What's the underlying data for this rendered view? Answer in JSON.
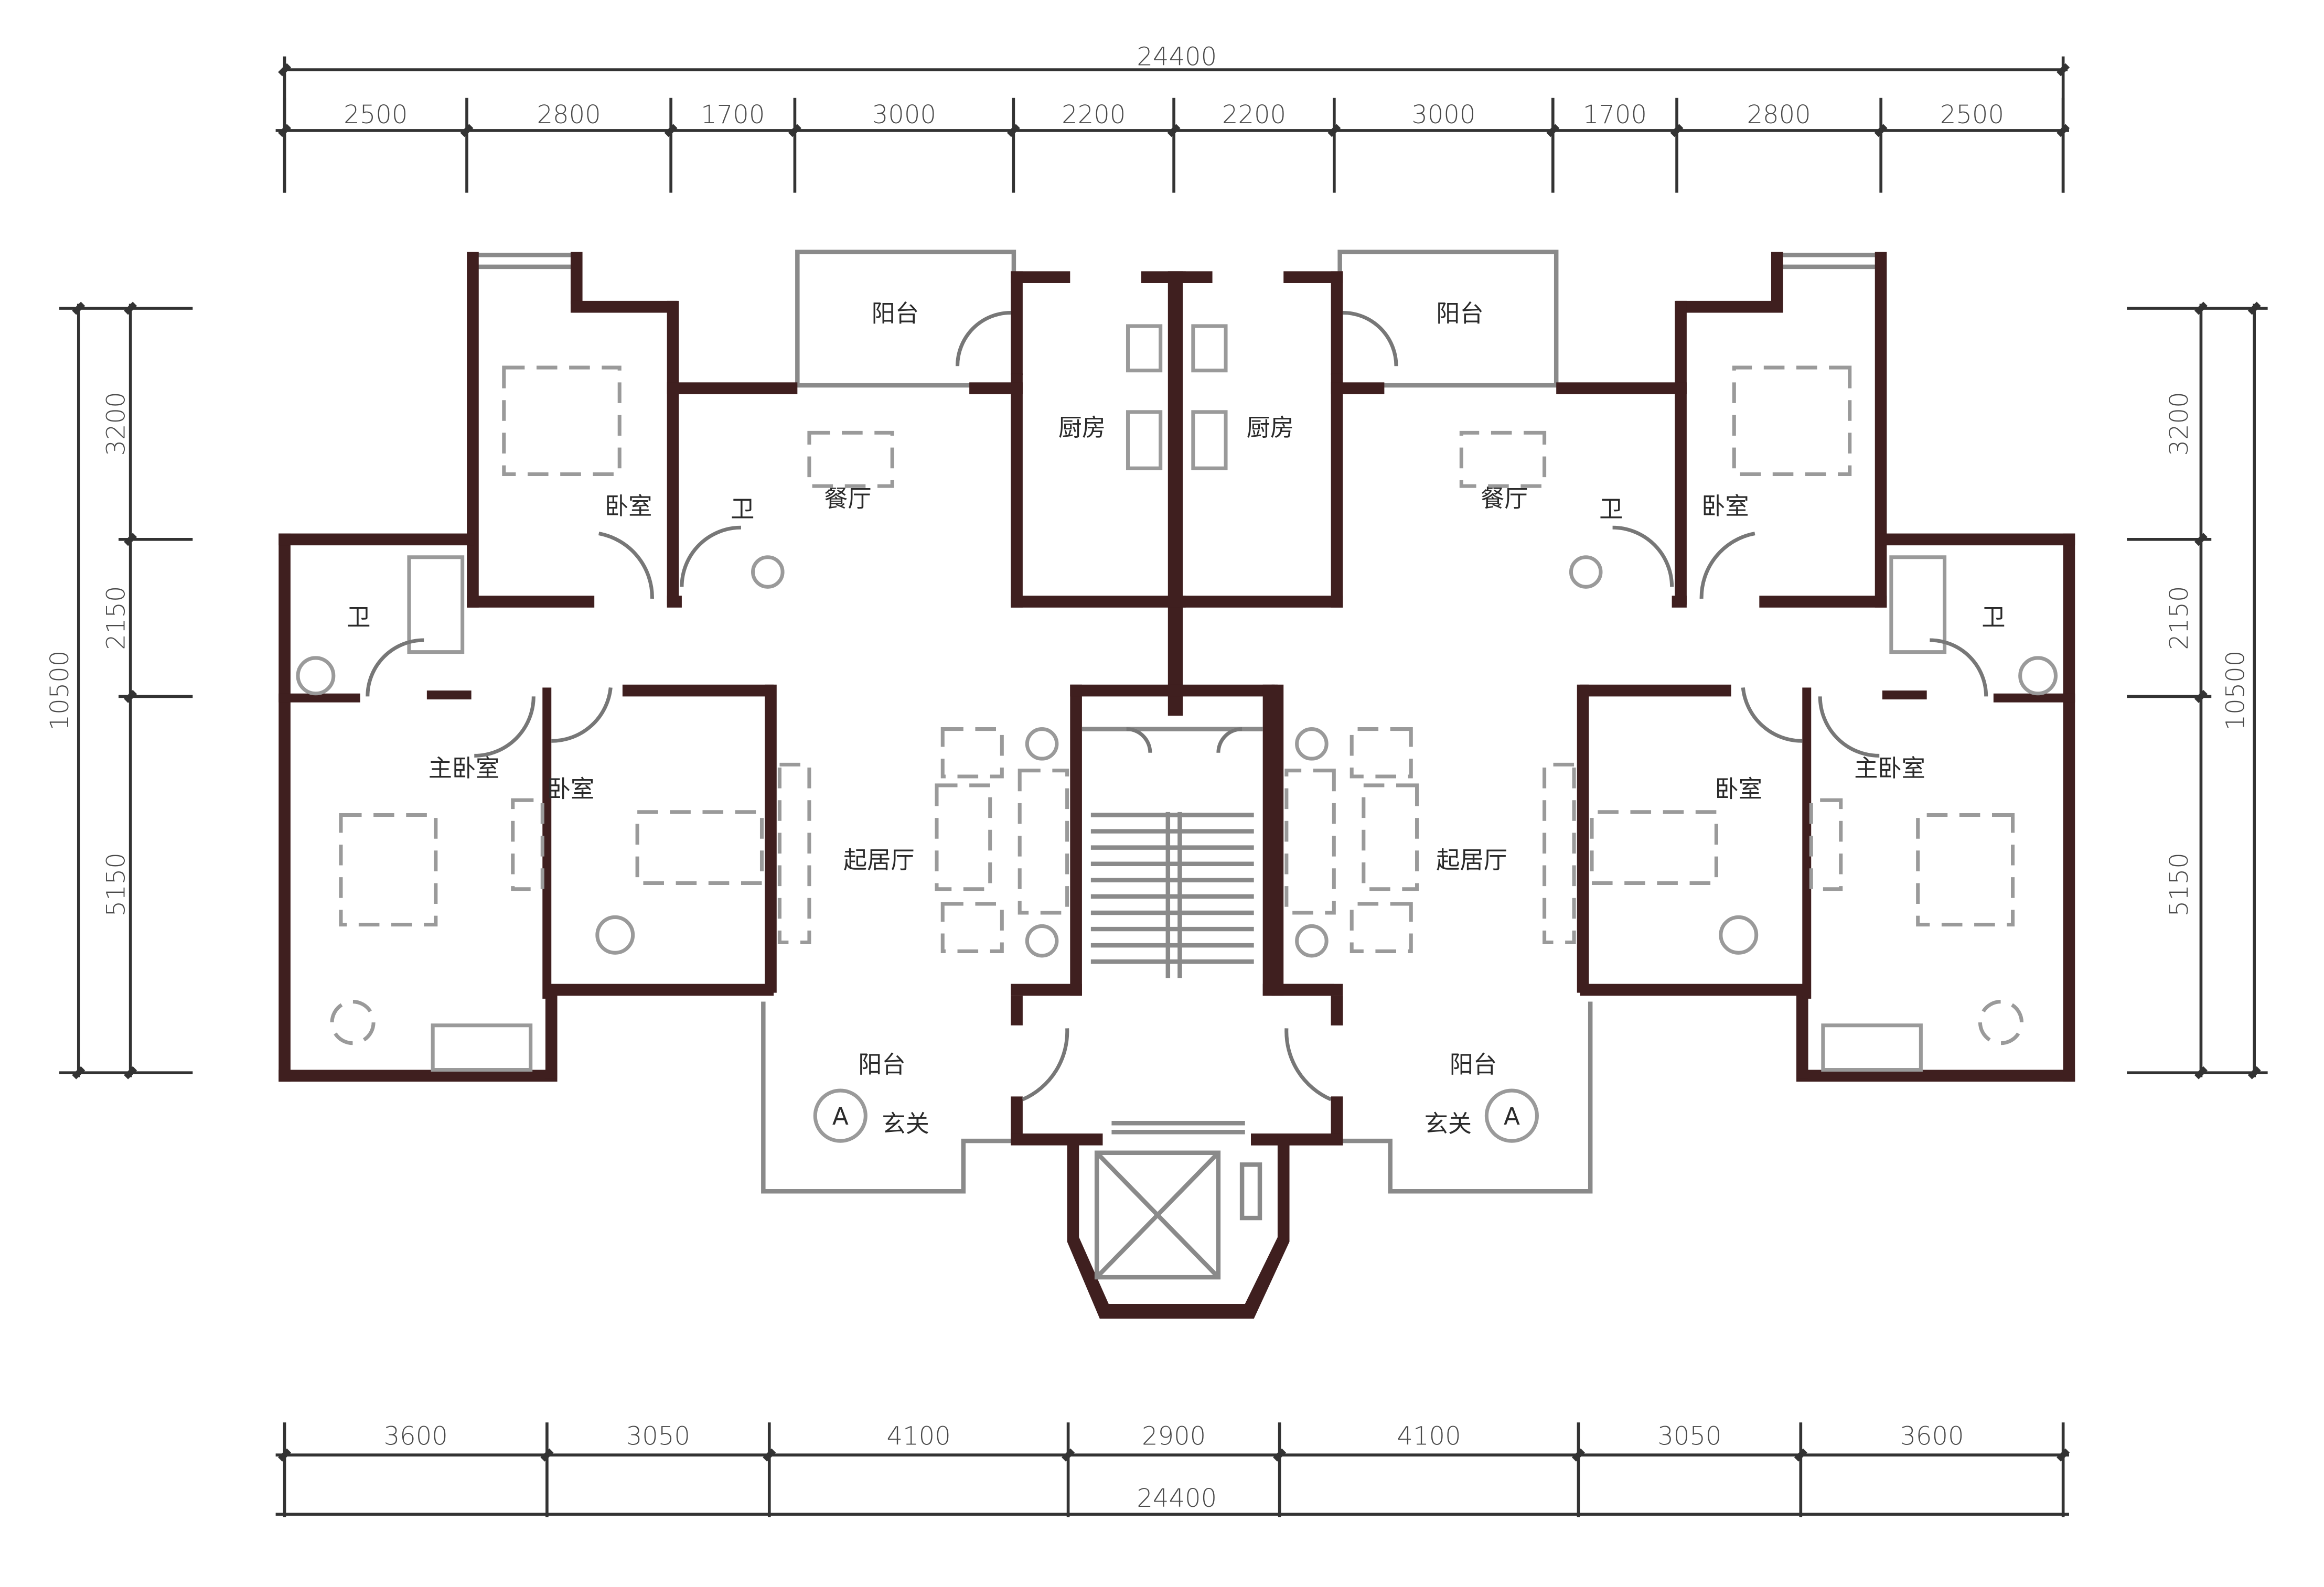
{
  "colors": {
    "wall": "#3f1f1f",
    "dimension": "#4a4a4a",
    "fixture": "#9a9a9a"
  },
  "dimensions": {
    "top_total": "24400",
    "top_segments": [
      "2500",
      "2800",
      "1700",
      "3000",
      "2200",
      "2200",
      "3000",
      "1700",
      "2800",
      "2500"
    ],
    "bottom_total": "24400",
    "bottom_segments": [
      "3600",
      "3050",
      "4100",
      "2900",
      "4100",
      "3050",
      "3600"
    ],
    "left_total": "10500",
    "left_segments": [
      "3200",
      "2150",
      "5150"
    ],
    "right_total": "10500",
    "right_segments": [
      "3200",
      "2150",
      "5150"
    ]
  },
  "rooms": {
    "left": {
      "balcony_top": "阳台",
      "kitchen": "厨房",
      "dining": "餐厅",
      "bath_small": "卫",
      "bedroom_top": "卧室",
      "bath_master": "卫",
      "master_bedroom": "主卧室",
      "bedroom_mid": "卧室",
      "living": "起居厅",
      "balcony_front": "阳台",
      "entrance": "玄关",
      "unit_tag": "A"
    },
    "right": {
      "balcony_top": "阳台",
      "kitchen": "厨房",
      "dining": "餐厅",
      "bath_small": "卫",
      "bedroom_top": "卧室",
      "bath_master": "卫",
      "master_bedroom": "主卧室",
      "bedroom_mid": "卧室",
      "living": "起居厅",
      "balcony_front": "阳台",
      "entrance": "玄关",
      "unit_tag": "A"
    }
  }
}
